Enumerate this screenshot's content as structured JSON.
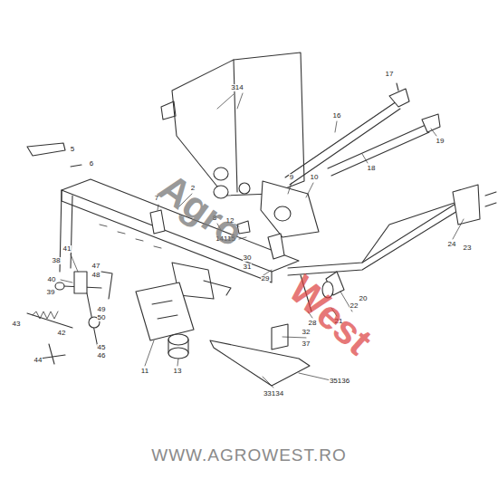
{
  "diagram": {
    "labels": [
      "314",
      "17",
      "16",
      "19",
      "18",
      "5",
      "6",
      "2",
      "9",
      "10",
      "7",
      "8",
      "12",
      "14115",
      "30",
      "31",
      "29",
      "41",
      "38",
      "40",
      "39",
      "43",
      "42",
      "44",
      "47",
      "48",
      "49",
      "50",
      "45",
      "46",
      "11",
      "13",
      "28",
      "21",
      "22",
      "20",
      "24",
      "23",
      "32",
      "37",
      "35136",
      "33134",
      "Agro",
      "West",
      "WWW.AGROWEST.RO"
    ]
  }
}
